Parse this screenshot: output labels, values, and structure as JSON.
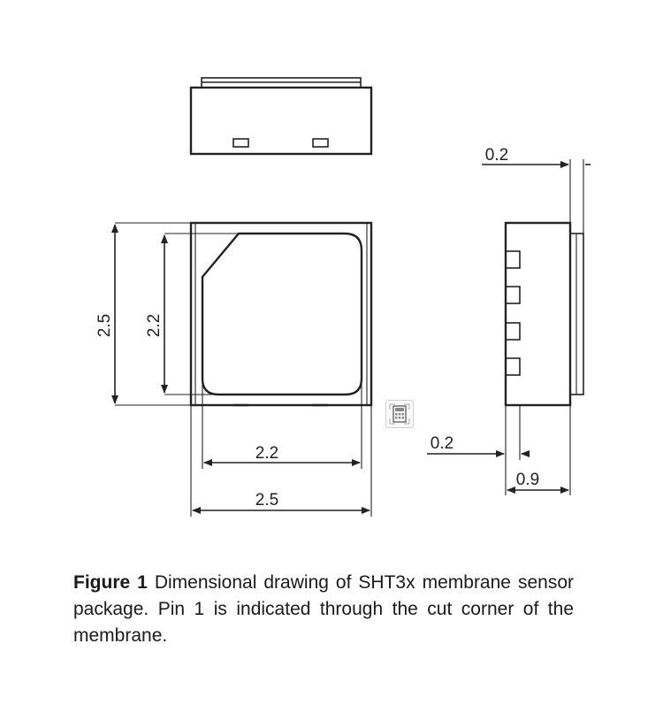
{
  "drawing": {
    "dims": {
      "outer_height": "2.5",
      "membrane_height": "2.2",
      "membrane_width": "2.2",
      "outer_width": "2.5",
      "side_offset": "0.2",
      "side_depth": "0.9",
      "membrane_thickness": "0.2"
    }
  },
  "caption": {
    "label": "Figure 1",
    "text": " Dimensional drawing of SHT3x membrane sensor package. Pin 1 is indicated through the cut corner of the membrane."
  },
  "icons": {
    "overlay": "calculator-icon"
  }
}
